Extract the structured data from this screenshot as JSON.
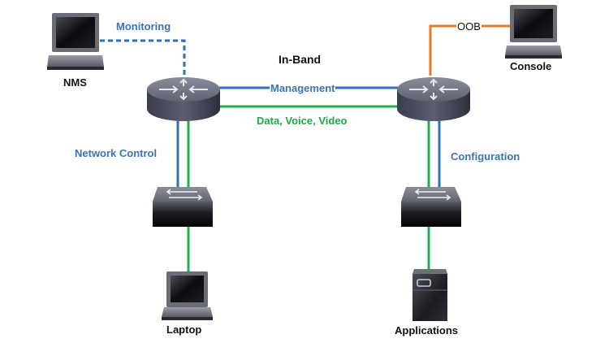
{
  "diagram": {
    "title": "In-Band",
    "colors": {
      "management": "#2f6fbd",
      "data": "#1fae4b",
      "oob": "#e8782a",
      "label_blue": "#3a74b8",
      "label_green": "#1fa84a",
      "label_dark": "#111111"
    },
    "nodes": {
      "nms": {
        "label": "NMS",
        "type": "laptop"
      },
      "console": {
        "label": "Console",
        "type": "laptop"
      },
      "router_left": {
        "label": "",
        "type": "router"
      },
      "router_right": {
        "label": "",
        "type": "router"
      },
      "switch_left": {
        "label": "",
        "type": "switch"
      },
      "switch_right": {
        "label": "",
        "type": "switch"
      },
      "laptop": {
        "label": "Laptop",
        "type": "laptop"
      },
      "applications": {
        "label": "Applications",
        "type": "server"
      }
    },
    "links": {
      "monitoring": {
        "label": "Monitoring",
        "from": "NMS",
        "to": "Router (left)",
        "style": "dashed",
        "color": "blue"
      },
      "management": {
        "label": "Management",
        "from": "Router (left)",
        "to": "Router (right)",
        "style": "solid",
        "color": "blue"
      },
      "data_voice_video": {
        "label": "Data, Voice, Video",
        "from": "Router (left)",
        "to": "Router (right)",
        "style": "solid",
        "color": "green"
      },
      "oob": {
        "label": "OOB",
        "from": "Router (right)",
        "to": "Console",
        "style": "solid",
        "color": "orange"
      },
      "network_control": {
        "label": "Network Control",
        "from": "Router (left)",
        "to": "Switch (left)",
        "style": "solid",
        "color": "blue+green"
      },
      "configuration": {
        "label": "Configuration",
        "from": "Router (right)",
        "to": "Switch (right)",
        "style": "solid",
        "color": "green+blue"
      },
      "laptop_link": {
        "label": "",
        "from": "Switch (left)",
        "to": "Laptop",
        "style": "solid",
        "color": "green"
      },
      "applications_link": {
        "label": "",
        "from": "Switch (right)",
        "to": "Applications",
        "style": "solid",
        "color": "green"
      }
    }
  }
}
